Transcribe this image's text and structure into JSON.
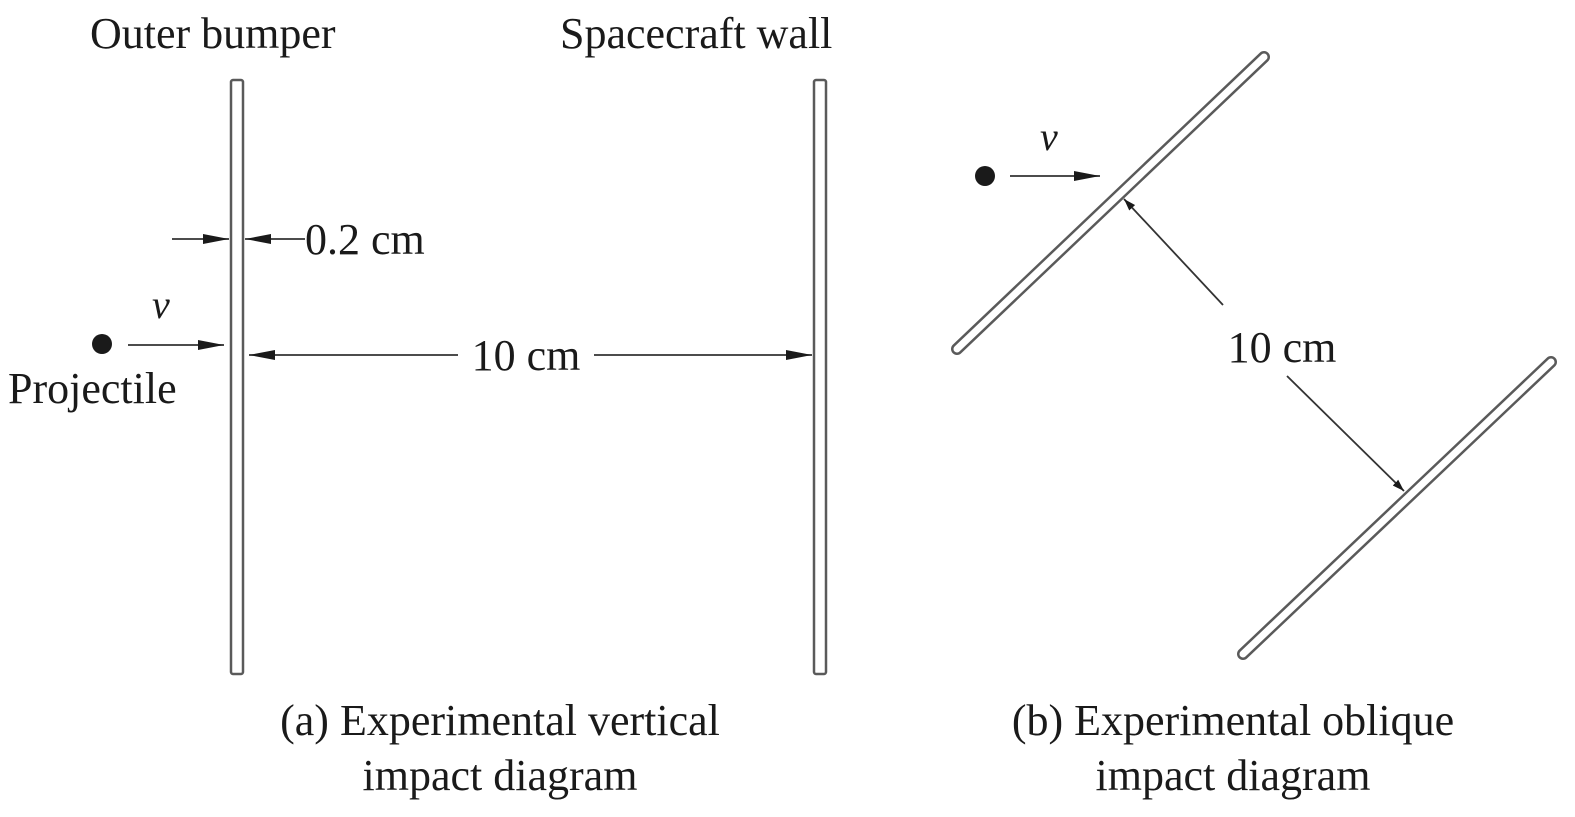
{
  "panel_a": {
    "label_outer_bumper": "Outer bumper",
    "label_spacecraft_wall": "Spacecraft wall",
    "label_thickness": "0.2 cm",
    "label_velocity": "v",
    "label_projectile": "Projectile",
    "label_distance": "10 cm",
    "caption_line1": "(a) Experimental vertical",
    "caption_line2": "impact diagram"
  },
  "panel_b": {
    "label_velocity": "v",
    "label_distance": "10 cm",
    "caption_line1": "(b) Experimental oblique",
    "caption_line2": "impact diagram"
  },
  "colors": {
    "plate_stroke": "#5a5a5a",
    "ink": "#1a1a1a"
  }
}
